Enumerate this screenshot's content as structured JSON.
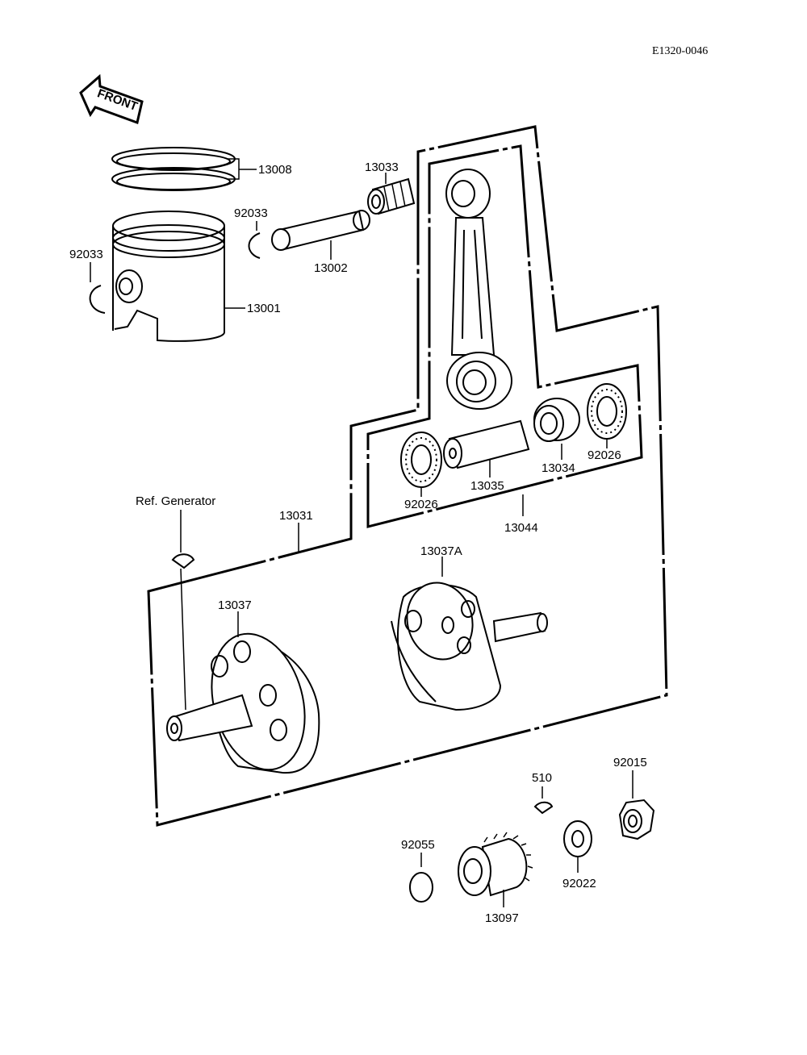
{
  "reference_code": "E1320-0046",
  "front_label": "FRONT",
  "ref_generator_label": "Ref. Generator",
  "parts": {
    "p13008": "13008",
    "p13033": "13033",
    "p92033_a": "92033",
    "p92033_b": "92033",
    "p13002": "13002",
    "p13001": "13001",
    "p92026_a": "92026",
    "p92026_b": "92026",
    "p13034": "13034",
    "p13035": "13035",
    "p13044": "13044",
    "p13031": "13031",
    "p13037A": "13037A",
    "p13037": "13037",
    "p510": "510",
    "p92015": "92015",
    "p92055": "92055",
    "p92022": "92022",
    "p13097": "13097"
  }
}
